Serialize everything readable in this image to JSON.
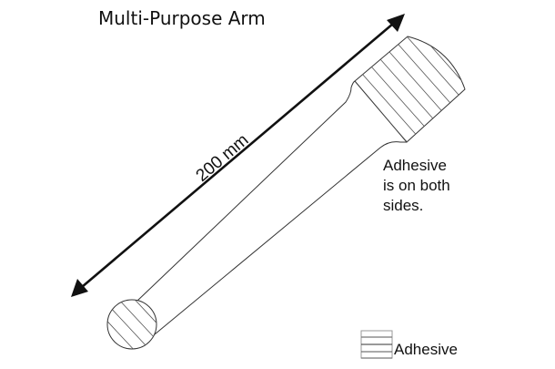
{
  "title": "Multi-Purpose Arm",
  "dimension": {
    "label": "200 mm",
    "color": "#111111"
  },
  "note": {
    "lines": [
      "Adhesive",
      "is on both",
      "sides."
    ]
  },
  "legend": {
    "label": "Adhesive",
    "swatch": "horizontal-hatch"
  },
  "colors": {
    "stroke": "#333333",
    "hatch": "#555555",
    "background": "#ffffff"
  }
}
